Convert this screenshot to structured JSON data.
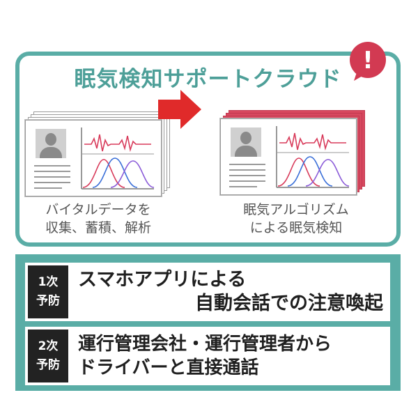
{
  "colors": {
    "teal": "#5aada6",
    "title_teal": "#4d9f98",
    "red": "#e02a2a",
    "pink_card": "#d8485f",
    "alert": "#d23a52",
    "badge_bg": "#222222"
  },
  "top": {
    "title": "眠気検知サポートクラウド",
    "caption_left": [
      "バイタルデータを",
      "収集、蓄積、解析"
    ],
    "caption_right": [
      "眠気アルゴリズム",
      "による眠気検知"
    ],
    "alert_icon": "exclamation-speech-bubble",
    "alert_symbol": "!"
  },
  "rows": [
    {
      "badge": [
        "1次",
        "予防"
      ],
      "lines": [
        "スマホアプリによる",
        "自動会話での注意喚起"
      ]
    },
    {
      "badge": [
        "2次",
        "予防"
      ],
      "lines": [
        "運行管理会社・運行管理者から",
        "ドライバーと直接通話"
      ]
    }
  ]
}
